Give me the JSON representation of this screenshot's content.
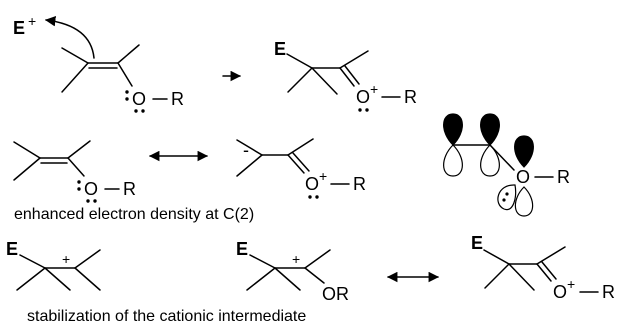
{
  "labels": {
    "electrophile": "E",
    "oxygen": "O",
    "r_group": "R",
    "or_group": "OR",
    "plus": "+",
    "minus": "-"
  },
  "captions": {
    "electron_density": "enhanced electron density at C(2)",
    "stabilization": "stabilization of the cationic intermediate"
  }
}
